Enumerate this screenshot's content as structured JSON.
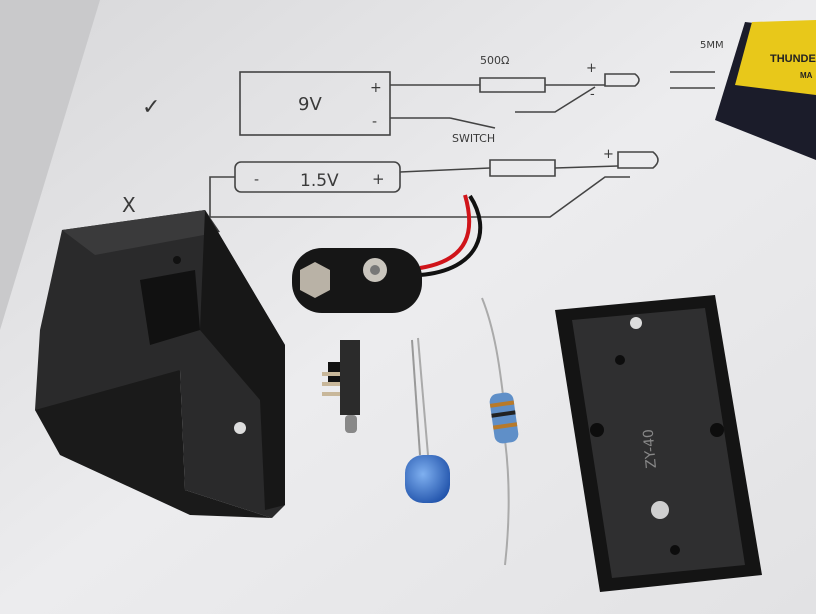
{
  "sketch": {
    "battery_9v_label": "9V",
    "plus": "+",
    "minus": "-",
    "resistor_label": "500Ω",
    "switch_label": "SWITCH",
    "battery_aa_label": "1.5V",
    "led_size_label": "5MM",
    "check_mark": "✓",
    "cross_mark": "X"
  },
  "battery": {
    "brand": "THUNDER",
    "sub": "MA"
  },
  "enclosure_lid": {
    "marking": "ZY-40"
  },
  "colors": {
    "paper": "#e8e8ea",
    "plastic": "#1f1f20",
    "battery_yellow": "#e8c81a",
    "led_blue": "#2f6fd0",
    "wire_red": "#d0141a"
  }
}
